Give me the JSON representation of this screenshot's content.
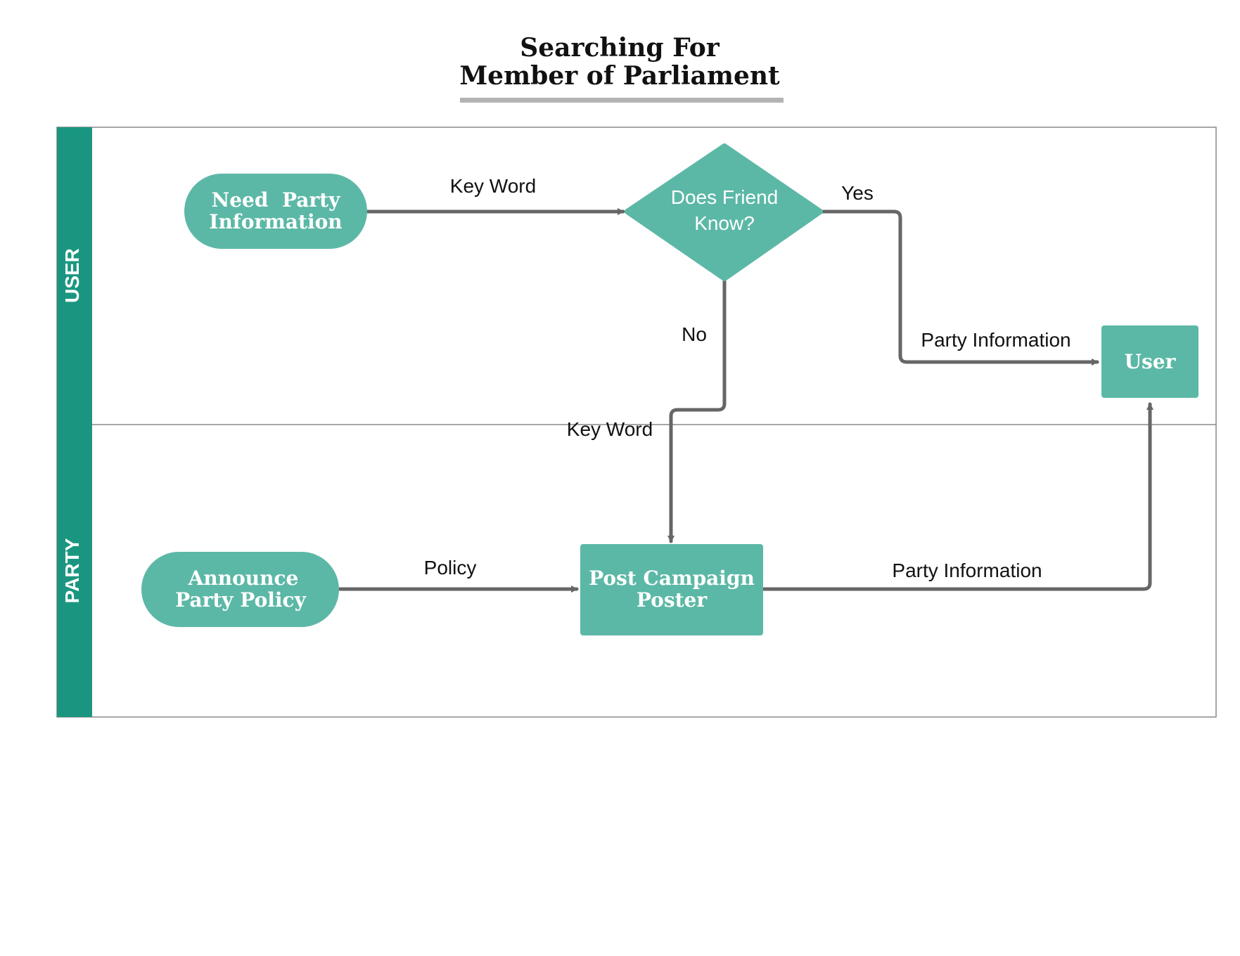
{
  "title": {
    "line1": "Searching For",
    "line2": "Member of Parliament"
  },
  "lanes": {
    "user": "USER",
    "party": "PARTY"
  },
  "nodes": {
    "need_info": {
      "line1": "Need  Party",
      "line2": "Information"
    },
    "does_friend_know": {
      "line1": "Does Friend",
      "line2": "Know?"
    },
    "user": {
      "label": "User"
    },
    "announce": {
      "line1": "Announce",
      "line2": "Party Policy"
    },
    "post_poster": {
      "line1": "Post Campaign",
      "line2": "Poster"
    }
  },
  "edges": {
    "key_word_top": "Key Word",
    "yes": "Yes",
    "party_info_top": "Party Information",
    "no": "No",
    "key_word_bottom": "Key Word",
    "policy": "Policy",
    "party_info_bottom": "Party Information"
  },
  "colors": {
    "lane_header": "#1a9680",
    "node_fill": "#5cb8a6",
    "edge": "#666666",
    "title_underline": "#b3b3b3",
    "border": "#888888"
  }
}
